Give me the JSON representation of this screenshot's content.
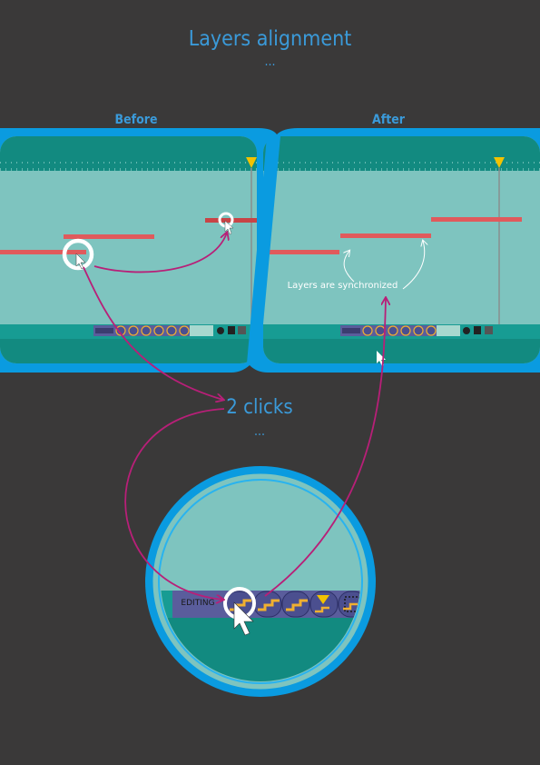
{
  "title": "Layers alignment",
  "title_dots": "...",
  "panels": {
    "before_label": "Before",
    "after_label": "After"
  },
  "annotations": {
    "clicks_label": "2 clicks",
    "clicks_dots": "...",
    "sync_note": "Layers are synchronized"
  },
  "toolbar": {
    "mode_label": "EDITING"
  },
  "colors": {
    "background": "#3a3939",
    "accent_blue": "#0a9be0",
    "text_blue": "#3a9ad9",
    "timeline_bar": "#128a80",
    "track_area": "#7ec4bf",
    "layer_red": "#e05a5c",
    "arrow_magenta": "#b81f78",
    "toolbar_purple": "#5a5d9c"
  },
  "icons": [
    "align-layers-icon",
    "cursor-pointer-icon",
    "click-ring-icon",
    "playhead-marker-icon"
  ]
}
